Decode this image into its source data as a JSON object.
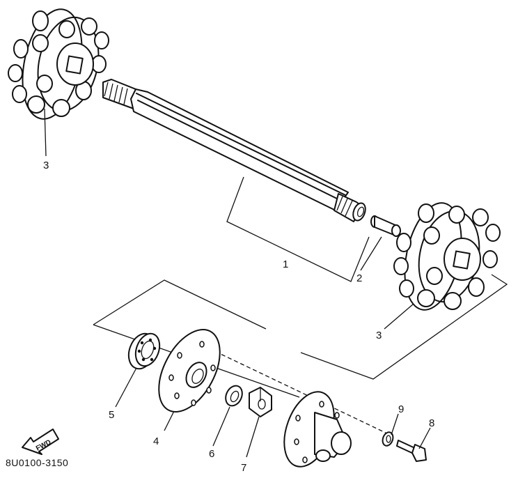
{
  "labels": {
    "shaft": "1",
    "collar": "2",
    "sprocket_left": "3",
    "sprocket_right": "3",
    "flange_plate": "4",
    "bearing": "5",
    "washer": "6",
    "nut": "7",
    "bolt": "8",
    "lock_washer": "9"
  },
  "fwd_marker": "FWD",
  "catalog_code": "8U0100-3150"
}
